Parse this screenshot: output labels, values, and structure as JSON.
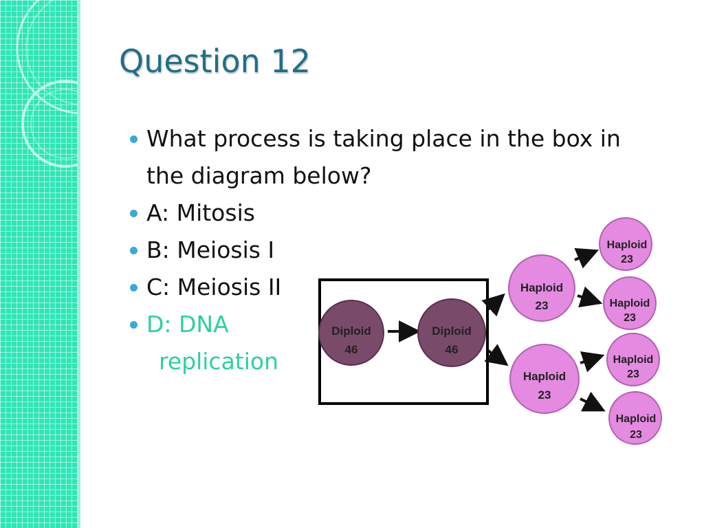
{
  "slide": {
    "title": "Question 12",
    "question_line1": "What process is taking place in the box in",
    "question_line2": "the diagram below?",
    "option_a": "A: Mitosis",
    "option_b": "B: Meiosis I",
    "option_c": "C: Meiosis II",
    "option_d": "D: DNA",
    "option_d_cont": "replication",
    "colors": {
      "title": "#1f6f8b",
      "answer": "#2bd1a0",
      "bullet": "#3aa8d8",
      "sidebar": "#2ee6b4"
    }
  },
  "diagram": {
    "diploid_label": "Diploid",
    "diploid_count": "46",
    "haploid_label": "Haploid",
    "haploid_count": "23"
  }
}
